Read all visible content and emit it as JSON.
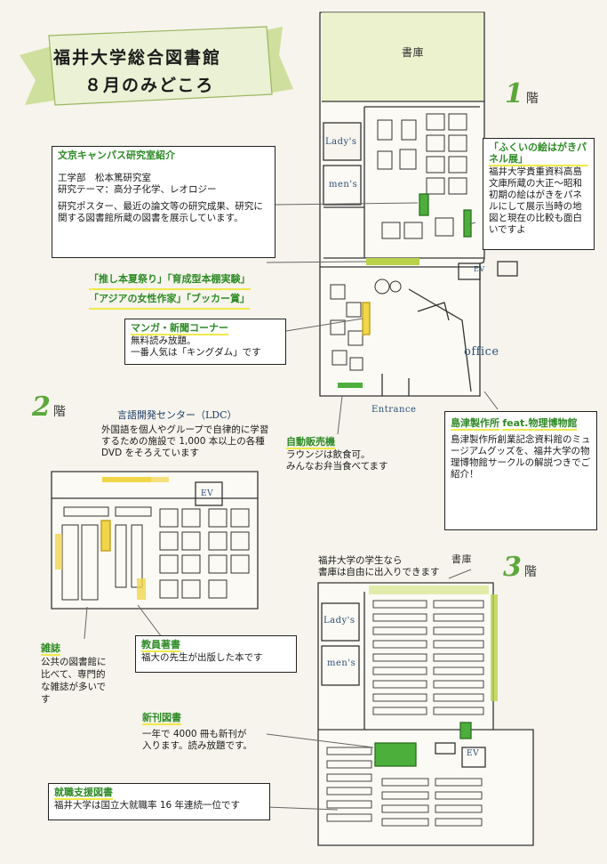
{
  "title": {
    "line1": "福井大学総合図書館",
    "line2": "８月のみどころ"
  },
  "floors": {
    "f1": {
      "num": "1",
      "kai": "階"
    },
    "f2": {
      "num": "2",
      "kai": "階"
    },
    "f3": {
      "num": "3",
      "kai": "階"
    }
  },
  "map_labels": {
    "shoko": "書庫",
    "shoko3": "書庫",
    "ladys": "Lady's",
    "mens": "men's",
    "ladys3": "Lady's",
    "mens3": "men's",
    "ev1": "EV",
    "ev2": "EV",
    "ev3": "EV",
    "office": "office",
    "entrance": "Entrance"
  },
  "ldc": {
    "heading": "言語開発センター（LDC）",
    "body": "外国語を個人やグループで自律的に学習するための施設で 1,000 本以上の各種 DVD をそろえています"
  },
  "bunkyo": {
    "heading": "文京キャンパス研究室紹介",
    "line1": "工学部　松本篤研究室",
    "line2": "研究テーマ：高分子化学、レオロジー",
    "body": "研究ポスター、最近の論文等の研究成果、研究に関する図書館所蔵の図書を展示しています。"
  },
  "fukui_ehagaki": {
    "heading": "「ふくいの絵はがきパネル展」",
    "body": "福井大学貴重資料高島文庫所蔵の大正～昭和初期の絵はがきをパネルにして展示当時の地図と現在の比較も面白いですよ"
  },
  "events": {
    "line1": "「推し本夏祭り」「育成型本棚実験」",
    "line2": "「アジアの女性作家」「ブッカー賞」"
  },
  "manga": {
    "heading": "マンガ・新聞コーナー",
    "line1": "無料読み放題。",
    "line2": "一番人気は「キングダム」です"
  },
  "vending": {
    "heading": "自動販売機",
    "line1": "ラウンジは飲食可。",
    "line2": "みんなお弁当食べてます"
  },
  "shimadzu": {
    "heading1": "島津製作所",
    "heading2": "feat.物理博物館",
    "body": "島津製作所創業記念資料館のミュージアムグッズを、福井大学の物理博物館サークルの解説つきでご紹介！"
  },
  "shoko_note": {
    "line1": "福井大学の学生なら",
    "line2": "書庫は自由に出入りできます"
  },
  "zasshi": {
    "heading": "雑誌",
    "body": "公共の図書館に比べて、専門的な雑誌が多いです"
  },
  "kyoin": {
    "heading": "教員著書",
    "body": "福大の先生が出版した本です"
  },
  "shinkan": {
    "heading": "新刊図書",
    "line1": "一年で 4000 冊も新刊が",
    "line2": "入ります。読み放題です。"
  },
  "shushoku": {
    "heading": "就職支援図書",
    "body": "福井大学は国立大就職率 16 年連続一位です"
  }
}
